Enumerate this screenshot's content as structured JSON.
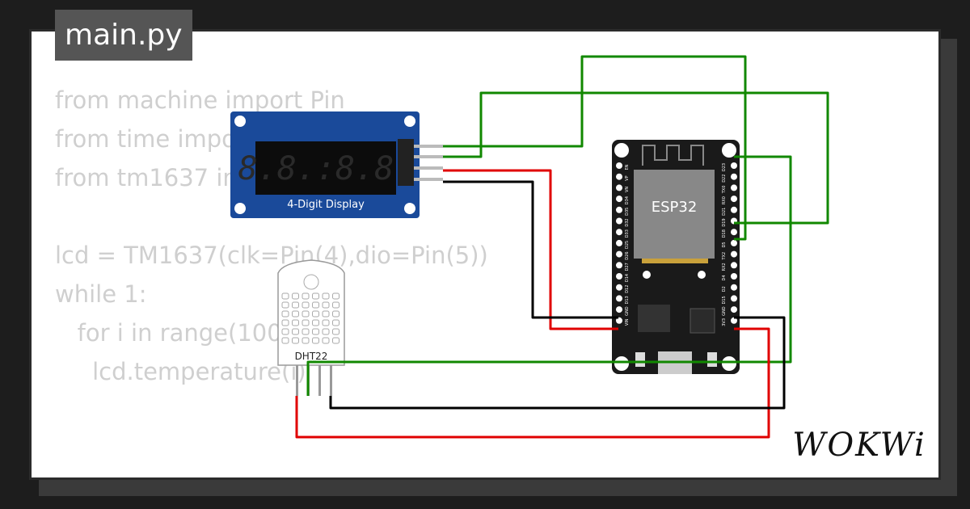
{
  "tab": {
    "filename": "main.py"
  },
  "code": {
    "lines": [
      "from machine import Pin",
      "from time import sleep",
      "from tm1637 import TM1637",
      "",
      "lcd = TM1637(clk=Pin(4),dio=Pin(5))",
      "while 1:",
      "   for i in range(100):",
      "     lcd.temperature(i)"
    ]
  },
  "display": {
    "label": "4-Digit Display",
    "digits": "8.8.:8.8."
  },
  "esp32": {
    "chip_label": "ESP32",
    "left_pins": [
      "EN",
      "VP",
      "VN",
      "D34",
      "D35",
      "D32",
      "D33",
      "D25",
      "D26",
      "D27",
      "D14",
      "D12",
      "D13",
      "GND",
      "VIN"
    ],
    "right_pins": [
      "D23",
      "D22",
      "TX0",
      "RX0",
      "D21",
      "D19",
      "D18",
      "D5",
      "TX2",
      "RX2",
      "D4",
      "D2",
      "D15",
      "GND",
      "3V3"
    ]
  },
  "sensor": {
    "label": "DHT22"
  },
  "brand": {
    "name": "WOKWi"
  },
  "colors": {
    "wire_green": "#118800",
    "wire_red": "#e00000",
    "wire_black": "#000000",
    "board_blue": "#1a4a9a",
    "esp_board": "#1a1a1a"
  }
}
